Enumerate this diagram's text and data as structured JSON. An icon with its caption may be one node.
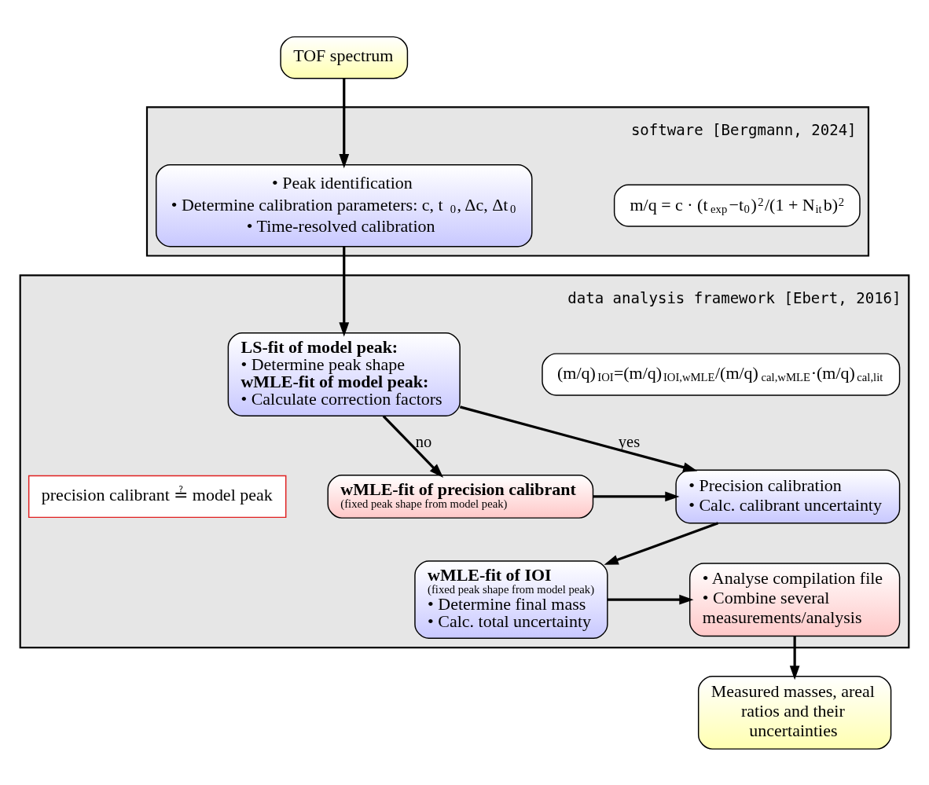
{
  "diagram": {
    "nodes": [
      {
        "text": [
          "TOF spectrum"
        ]
      },
      {
        "text": [
          "software [Bergmann, 2024]"
        ]
      },
      {
        "text": [
          "• Peak identification",
          "• Determine calibration parameters: c, t$_{0}$, Δc, Δt$_{0}$",
          "• Time-resolved calibration"
        ],
        "in": 1
      },
      {
        "text": [
          "m/q = c · (t$_{exp}$−t$_{0}$)$^{2}$/(1 + N$_{it}$b)$^{2}$"
        ],
        "in": 1
      },
      {
        "text": [
          "data analysis framework [Ebert, 2016]"
        ]
      },
      {
        "text": [
          "LS-fit of model peak:",
          "• Determine peak shape",
          "wMLE-fit of model peak:",
          "• Calculate correction factors"
        ],
        "in": 4
      },
      {
        "text": [
          "(m/q)$_{IOI}$=(m/q)$_{IOI,wMLE}$/(m/q)$_{cal,wMLE}$·(m/q)$_{cal,lit}$"
        ],
        "in": 4
      },
      {
        "text": [
          "precision calibrant ≟ model peak"
        ],
        "in": 4
      },
      {
        "text": [
          "• Precision calibration",
          "• Calc. calibrant uncertainty"
        ],
        "in": 4
      },
      {
        "text": [
          "wMLE-fit of precision calibrant",
          "(fixed peak shape from model peak)"
        ],
        "in": 4
      },
      {
        "text": [
          "wMLE-fit of IOI",
          "(fixed peak shape from model peak)",
          "• Determine final mass",
          "• Calc. total uncertainty"
        ],
        "in": 4
      },
      {
        "text": [
          "• Analyse compilation file",
          "• Combine several measurements/analysis"
        ],
        "in": 4
      },
      {
        "text": [
          "Measured masses, areal ratios and their uncertainties"
        ]
      }
    ],
    "edges": [
      {
        "from": 0,
        "to": 2,
        "arrow": "to"
      },
      {
        "from": 2,
        "to": 5,
        "arrow": "to"
      },
      {
        "from": 5,
        "to": 8,
        "arrow": "to",
        "label": "yes"
      },
      {
        "from": 5,
        "to": 9,
        "arrow": "to",
        "label": "no"
      },
      {
        "from": 9,
        "to": 8,
        "arrow": "to"
      },
      {
        "from": 8,
        "to": 10,
        "arrow": "to"
      },
      {
        "from": 10,
        "to": 11,
        "arrow": "to"
      },
      {
        "from": 11,
        "to": 12,
        "arrow": "to"
      }
    ]
  }
}
